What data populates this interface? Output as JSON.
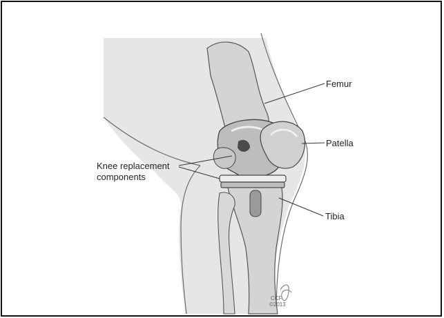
{
  "labels": {
    "femur": "Femur",
    "patella": "Patella",
    "tibia": "Tibia",
    "components_line1": "Knee replacement",
    "components_line2": "components"
  },
  "credit": {
    "org": "CCF",
    "year": "©2013"
  },
  "colors": {
    "skin": "#e6e6e6",
    "skin_outline": "#6a6a6a",
    "bone": "#d4d4d4",
    "bone_shade": "#b8b8b8",
    "implant": "#bdbdbd",
    "implant_light": "#eeeeee",
    "leader": "#333333",
    "text": "#222222",
    "border": "#111111"
  }
}
